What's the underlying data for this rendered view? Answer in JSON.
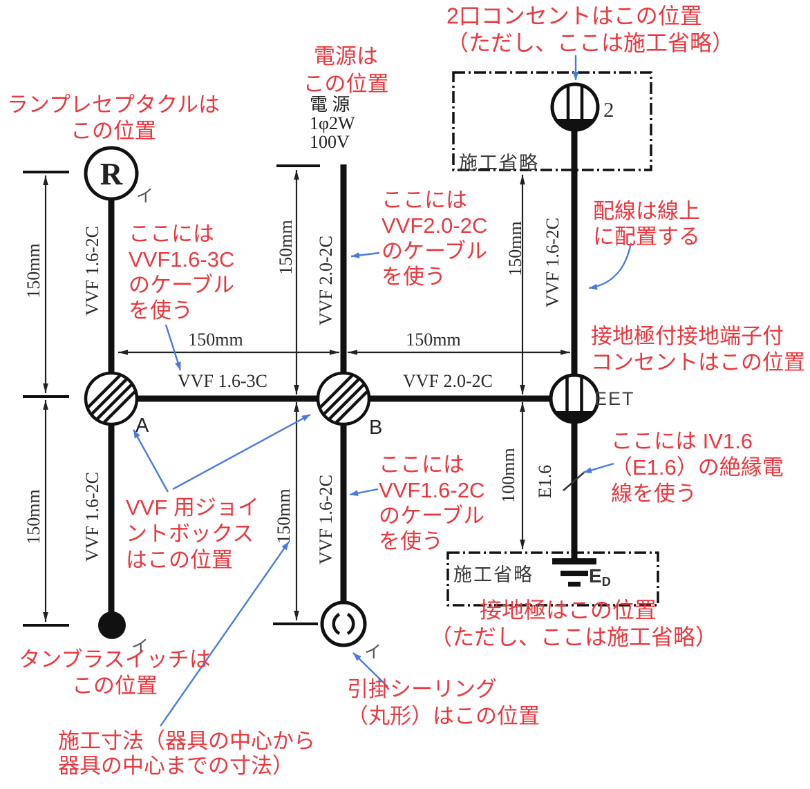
{
  "colors": {
    "wire": "#111111",
    "dim": "#222222",
    "red_note": "#e8383e",
    "blue_arrow": "#4a7ae0"
  },
  "power_spec": [
    "電 源",
    "1φ2W",
    "100V"
  ],
  "omitted_label": "施工省略",
  "devices": {
    "lamp_symbol": "R",
    "circuit_tag": "イ",
    "joint_a": "A",
    "joint_b": "B",
    "eet_label": "EET",
    "outlet_count": "2",
    "ground_e": "E",
    "ground_sub": "D"
  },
  "cables": {
    "lamp_run": "VVF 1.6-2C",
    "switch_run": "VVF 1.6-2C",
    "joint_ab_run": "VVF 1.6-3C",
    "power_run": "VVF 2.0-2C",
    "b_eet_run": "VVF 2.0-2C",
    "ceiling_run": "VVF 1.6-2C",
    "outlet_run": "VVF 1.6-2C",
    "ground_run": "E1.6"
  },
  "dims": {
    "left_top": "150mm",
    "left_bottom": "150mm",
    "power_col": "150mm",
    "ceiling_col": "150mm",
    "outlet_col": "150mm",
    "ground_col": "100mm",
    "a_to_b": "150mm",
    "b_to_eet": "150mm"
  },
  "notes": {
    "lamp": [
      "ランプレセプタクルは",
      "この位置"
    ],
    "power": [
      "電源は",
      "この位置"
    ],
    "outlet2": [
      "2口コンセントはこの位置",
      "（ただし、ここは施工省略）"
    ],
    "cable163": [
      "ここには",
      "VVF1.6-3C",
      "のケーブル",
      "を使う"
    ],
    "cable202": [
      "ここには",
      "VVF2.0-2C",
      "のケーブル",
      "を使う"
    ],
    "routing": [
      "配線は線上",
      "に配置する"
    ],
    "eet": [
      "接地極付接地端子付",
      "コンセントはこの位置"
    ],
    "iv": [
      "ここには IV1.6",
      "（E1.6）の絶縁電",
      "線を使う"
    ],
    "joint": [
      "VVF 用ジョイ",
      "ントボックス",
      "はこの位置"
    ],
    "cable162": [
      "ここには",
      "VVF1.6-2C",
      "のケーブル",
      "を使う"
    ],
    "switch": [
      "タンブラスイッチは",
      "この位置"
    ],
    "ceiling": [
      "引掛シーリング",
      "（丸形）はこの位置"
    ],
    "ground": [
      "接地極はこの位置",
      "（ただし、ここは施工省略）"
    ],
    "dims_note": [
      "施工寸法（器具の中心から",
      "器具の中心までの寸法）"
    ]
  }
}
